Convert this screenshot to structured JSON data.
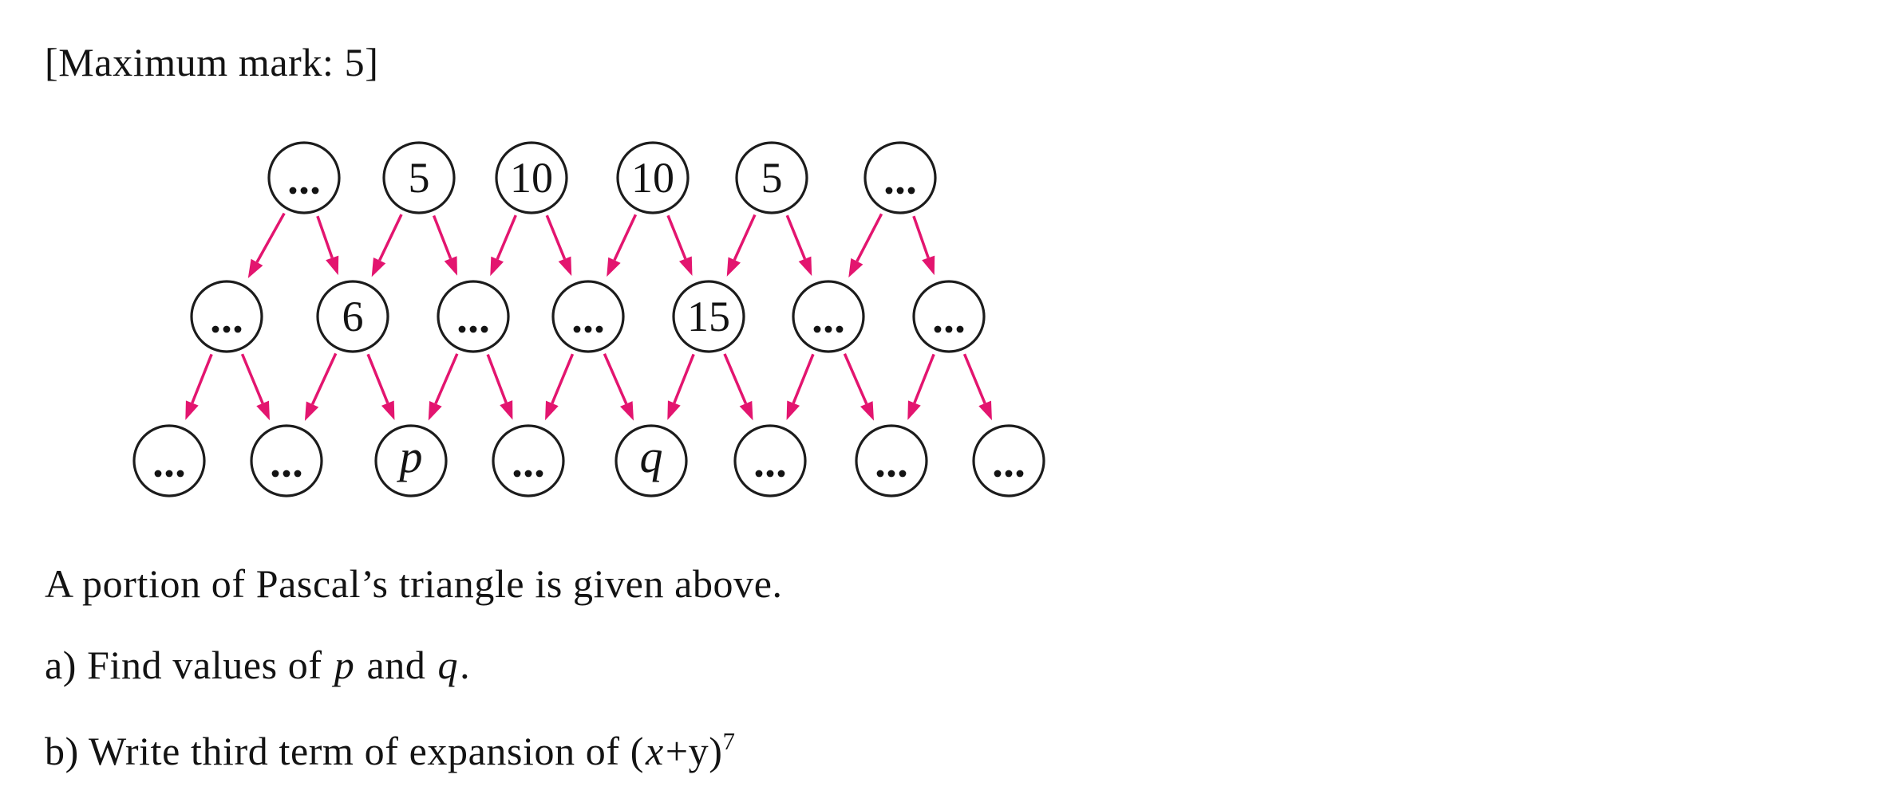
{
  "page": {
    "background": "#ffffff",
    "text_color": "#131313"
  },
  "header": {
    "max_mark": "[Maximum mark: 5]"
  },
  "diagram": {
    "description": "portion of Pascal's triangle",
    "arrow_color": "#e3156f",
    "circle_stroke": "#1c1c1c",
    "circle_fill": "#ffffff",
    "ellipsis_symbol": "…",
    "rows": [
      {
        "labels": [
          "…",
          "5",
          "10",
          "10",
          "5",
          "…"
        ]
      },
      {
        "labels": [
          "…",
          "6",
          "…",
          "…",
          "15",
          "…",
          "…"
        ]
      },
      {
        "labels": [
          "…",
          "…",
          "p",
          "…",
          "q",
          "…",
          "…",
          "…"
        ]
      }
    ],
    "italic_labels": [
      "p",
      "q"
    ]
  },
  "body": {
    "caption": "A portion of Pascal’s triangle is given above.",
    "question_a": {
      "prefix": "a) Find values of ",
      "p": "p",
      "mid": " and ",
      "q": "q",
      "end": "."
    },
    "question_b": {
      "prefix": "b) Write third term of expansion of (",
      "x": "x",
      "mid": "+y)",
      "sup": "7"
    }
  }
}
